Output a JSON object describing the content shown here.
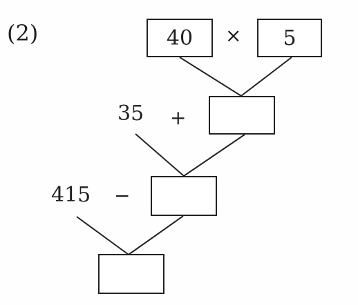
{
  "problem_label": "(2)",
  "tree": {
    "top_left_value": "40",
    "top_operator": "×",
    "top_right_value": "5",
    "level2_operand": "35",
    "level2_operator": "+",
    "level3_operand": "415",
    "level3_operator": "−"
  }
}
